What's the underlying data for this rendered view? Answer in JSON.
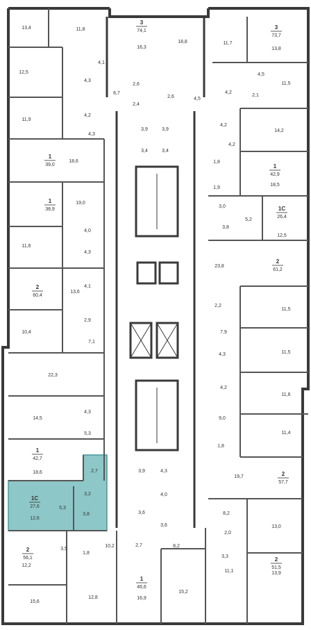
{
  "colors": {
    "wall": "#3a3a3a",
    "thin": "#555555",
    "highlight": "#8ec7c7",
    "highlight_border": "#4a9a9a"
  },
  "labels": {
    "r13_4": "13,4",
    "r11_8a": "11,8",
    "r16_3": "16,3",
    "r18_8": "18,8",
    "r11_7": "11,7",
    "r13_8": "13,8",
    "r4_1a": "4,1",
    "r4_5a": "4,5",
    "r12_5": "12,5",
    "r4_3a": "4,3",
    "r6_7": "6,7",
    "r2_6a": "2,6",
    "r2_6b": "2,6",
    "r2_4": "2,4",
    "r4_5b": "4,5",
    "r4_2a": "4,2",
    "r2_1": "2,1",
    "r11_5a": "11,5",
    "r11_9": "11,9",
    "r4_2b": "4,2",
    "r4_2c": "4,2",
    "r14_2": "14,2",
    "r4_3b": "4,3",
    "r3_9a": "3,9",
    "r3_9b": "3,9",
    "r3_4a": "3,4",
    "r3_4b": "3,4",
    "r18_6a": "18,6",
    "r4_2d": "4,2",
    "r1_8a": "1,8",
    "r18_5": "18,5",
    "r1_9": "1,9",
    "r19_0": "19,0",
    "r3_0": "3,0",
    "r5_2": "5,2",
    "r4_0a": "4,0",
    "r3_8a": "3,8",
    "r12_5b": "12,5",
    "r11_6a": "11,6",
    "r4_3c": "4,3",
    "r23_8": "23,8",
    "r13_6": "13,6",
    "r4_1b": "4,1",
    "r2_2": "2,2",
    "r11_5b": "11,5",
    "r2_9": "2,9",
    "r7_9": "7,9",
    "r10_4": "10,4",
    "r7_1": "7,1",
    "r4_3d": "4,3",
    "r11_5c": "11,5",
    "r22_3": "22,3",
    "r4_2e": "4,2",
    "r11_6b": "11,6",
    "r14_5": "14,5",
    "r4_3e": "4,3",
    "r9_0": "9,0",
    "r5_3": "5,3",
    "r11_4": "11,4",
    "r1_8b": "1,8",
    "r2_7a": "2,7",
    "r18_6b": "18,6",
    "r19_7": "19,7",
    "r3_9c": "3,9",
    "r4_3f": "4,3",
    "r4_0b": "4,0",
    "r3_2": "3,2",
    "r5_3b": "5,3",
    "r3_8b": "3,8",
    "r12_6": "12,6",
    "r3_6a": "3,6",
    "r3_6b": "3,6",
    "r8_2a": "8,2",
    "r2_0": "2,0",
    "r13_0": "13,0",
    "r3_3": "3,3",
    "r3_5": "3,5",
    "r1_8c": "1,8",
    "r10_2": "10,2",
    "r2_7b": "2,7",
    "r8_2b": "8,2",
    "r12_2": "12,2",
    "r11_1": "11,1",
    "r13_9": "13,9",
    "r15_6": "15,6",
    "r12_8": "12,8",
    "r16_9": "16,9",
    "r15_2": "15,2"
  },
  "apartments": [
    {
      "id": "a1",
      "rooms": "3",
      "area": "74,1"
    },
    {
      "id": "a2",
      "rooms": "3",
      "area": "73,7"
    },
    {
      "id": "a3",
      "rooms": "1",
      "area": "39,0"
    },
    {
      "id": "a4",
      "rooms": "1",
      "area": "42,9"
    },
    {
      "id": "a5",
      "rooms": "1",
      "area": "38,9"
    },
    {
      "id": "a6",
      "rooms": "1С",
      "area": "26,4"
    },
    {
      "id": "a7",
      "rooms": "2",
      "area": "61,2"
    },
    {
      "id": "a8",
      "rooms": "2",
      "area": "60,4"
    },
    {
      "id": "a9",
      "rooms": "1",
      "area": "42,7"
    },
    {
      "id": "a10",
      "rooms": "2",
      "area": "57,7"
    },
    {
      "id": "a11",
      "rooms": "1С",
      "area": "27,6",
      "highlighted": true
    },
    {
      "id": "a12",
      "rooms": "2",
      "area": "56,1"
    },
    {
      "id": "a13",
      "rooms": "2",
      "area": "51,5"
    },
    {
      "id": "a14",
      "rooms": "1",
      "area": "46,6"
    }
  ]
}
